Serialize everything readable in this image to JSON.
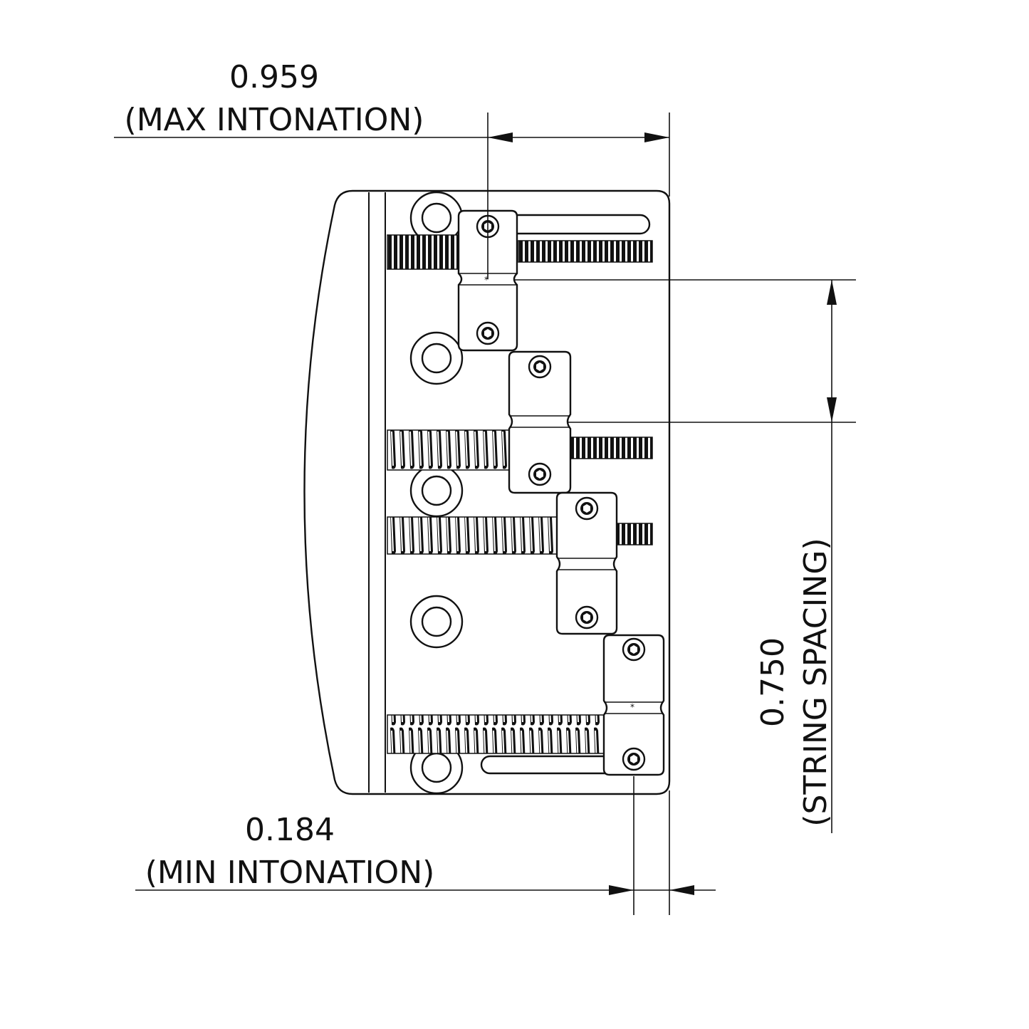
{
  "dimensions": {
    "max_intonation": {
      "value": "0.959",
      "label": "(MAX INTONATION)"
    },
    "min_intonation": {
      "value": "0.184",
      "label": "(MIN INTONATION)"
    },
    "string_spacing": {
      "value": "0.750",
      "label": "(STRING SPACING)"
    }
  },
  "icons": {
    "saddle_screw": "hex-socket-screw-icon",
    "mounting_hole": "mounting-hole-icon",
    "intonation_spring": "spring-icon"
  },
  "colors": {
    "line": "#111111",
    "background": "#ffffff"
  }
}
